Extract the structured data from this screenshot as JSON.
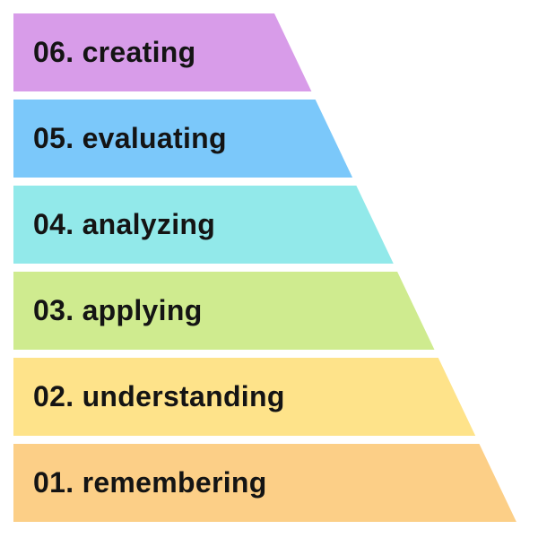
{
  "diagram": {
    "name": "blooms-taxonomy-pyramid",
    "background_color": "#ffffff",
    "text_color": "#141414",
    "levels": [
      {
        "number": "06",
        "label": "creating",
        "text": "06. creating",
        "color": "#d89ce9"
      },
      {
        "number": "05",
        "label": "evaluating",
        "text": "05. evaluating",
        "color": "#7bc8fa"
      },
      {
        "number": "04",
        "label": "analyzing",
        "text": "04. analyzing",
        "color": "#92e9ea"
      },
      {
        "number": "03",
        "label": "applying",
        "text": "03. applying",
        "color": "#cfeb8f"
      },
      {
        "number": "02",
        "label": "understanding",
        "text": "02. understanding",
        "color": "#fee38a"
      },
      {
        "number": "01",
        "label": "remembering",
        "text": "01. remembering",
        "color": "#fccf87"
      }
    ]
  }
}
